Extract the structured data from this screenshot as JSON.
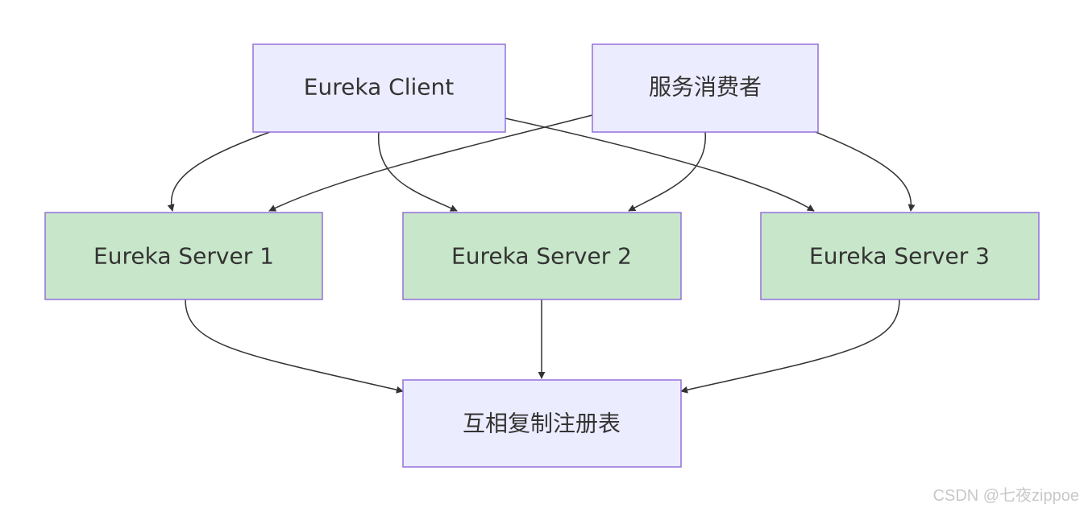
{
  "colors": {
    "client_fill": "#ECECFF",
    "server_fill": "#C8E6C9",
    "border": "#9370DB",
    "edge": "#333333"
  },
  "nodes": {
    "eureka_client": {
      "label": "Eureka Client",
      "kind": "client"
    },
    "service_consumer": {
      "label": "服务消费者",
      "kind": "client"
    },
    "eureka_server_1": {
      "label": "Eureka Server 1",
      "kind": "server"
    },
    "eureka_server_2": {
      "label": "Eureka Server 2",
      "kind": "server"
    },
    "eureka_server_3": {
      "label": "Eureka Server 3",
      "kind": "server"
    },
    "replicate_registry": {
      "label": "互相复制注册表",
      "kind": "client"
    }
  },
  "edges": [
    {
      "from": "eureka_client",
      "to": "eureka_server_1"
    },
    {
      "from": "eureka_client",
      "to": "eureka_server_2"
    },
    {
      "from": "eureka_client",
      "to": "eureka_server_3"
    },
    {
      "from": "service_consumer",
      "to": "eureka_server_1"
    },
    {
      "from": "service_consumer",
      "to": "eureka_server_2"
    },
    {
      "from": "service_consumer",
      "to": "eureka_server_3"
    },
    {
      "from": "eureka_server_1",
      "to": "replicate_registry"
    },
    {
      "from": "eureka_server_2",
      "to": "replicate_registry"
    },
    {
      "from": "eureka_server_3",
      "to": "replicate_registry"
    }
  ],
  "watermark": "CSDN @七夜zippoe"
}
